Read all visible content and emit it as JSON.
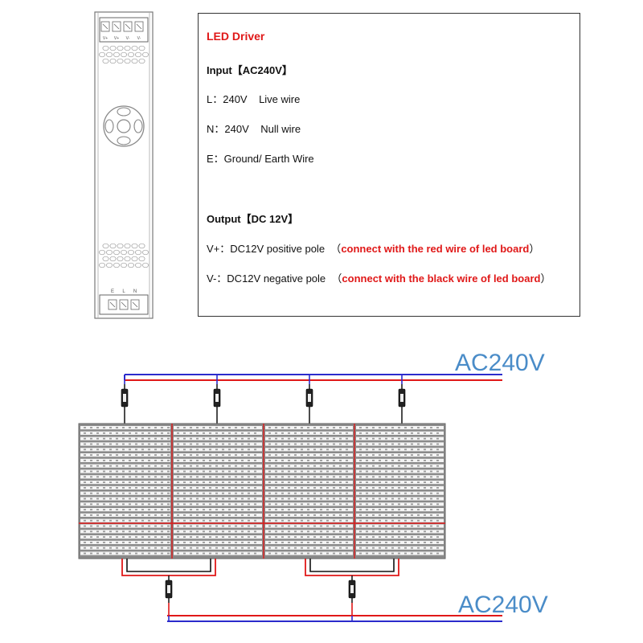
{
  "driver": {
    "top_terminals": [
      "V+",
      "V+",
      "V-",
      "V-"
    ],
    "bottom_terminals": [
      "E",
      "L",
      "N"
    ]
  },
  "info": {
    "title": "LED Driver",
    "input_heading": "Input【AC240V】",
    "input_lines": [
      {
        "key": "L：",
        "voltage": "240V",
        "desc": "Live wire"
      },
      {
        "key": "N：",
        "voltage": "240V",
        "desc": "Null wire"
      },
      {
        "key": "E：",
        "voltage": "",
        "desc": "Ground/ Earth Wire"
      }
    ],
    "output_heading": "Output【DC 12V】",
    "output_lines": [
      {
        "key": "V+：",
        "desc": "DC12V positive pole",
        "open": "（",
        "note": "connect with the red wire of led board",
        "close": "）"
      },
      {
        "key": "V-：",
        "desc": "DC12V negative pole",
        "open": "（",
        "note": "connect with the black wire of led board",
        "close": "）"
      }
    ]
  },
  "wiring": {
    "top_label": "AC240V",
    "bottom_label": "AC240V",
    "colors": {
      "blue": "#2b2bcc",
      "red": "#e01818",
      "black": "#111111",
      "label": "#4a8cc8"
    }
  }
}
